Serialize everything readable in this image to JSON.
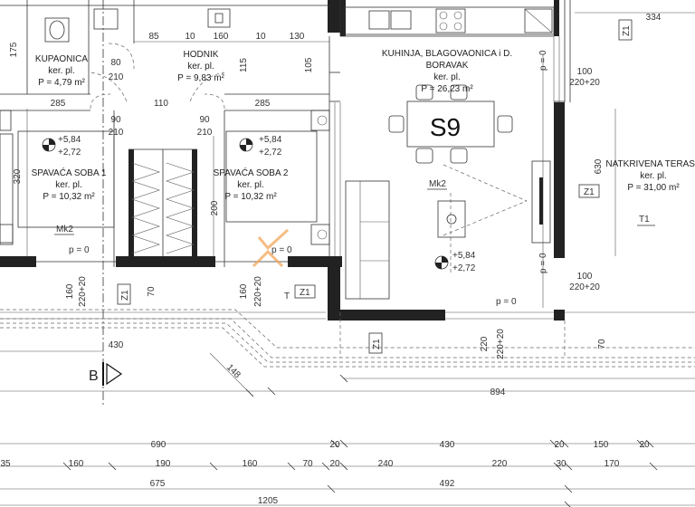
{
  "rooms": {
    "kupaonica": {
      "name": "KUPAONICA",
      "floor": "ker. pl.",
      "area": "P = 4,79 m²"
    },
    "hodnik": {
      "name": "HODNIK",
      "floor": "ker. pl.",
      "area": "P = 9,83 m²"
    },
    "kuhinja": {
      "name1": "KUHINJA, BLAGOVAONICA i D.",
      "name2": "BORAVAK",
      "floor": "ker. pl.",
      "area": "P = 26,23 m²"
    },
    "soba1": {
      "name": "SPAVAĆA SOBA 1",
      "floor": "ker. pl.",
      "area": "P = 10,32 m²"
    },
    "soba2": {
      "name": "SPAVAĆA SOBA 2",
      "floor": "ker. pl.",
      "area": "P = 10,32 m²"
    },
    "terasa": {
      "name": "NATKRIVENA TERASA",
      "floor": "ker. pl.",
      "area": "P = 31,00 m²"
    }
  },
  "unit_label": "S9",
  "level_marks": {
    "s1": {
      "top": "+5,84",
      "bottom": "+2,72"
    },
    "s2": {
      "top": "+5,84",
      "bottom": "+2,72"
    },
    "liv": {
      "top": "+5,84",
      "bottom": "+2,72"
    }
  },
  "tags": {
    "mk2a": "Mk2",
    "mk2b": "Mk2",
    "z1": "Z1",
    "t1": "T1",
    "t": "T"
  },
  "section_mark": "B",
  "dims": {
    "top": [
      "85",
      "160",
      "10",
      "10",
      "130",
      "334"
    ],
    "upper": [
      "175",
      "115",
      "105",
      "285",
      "110",
      "285",
      "80",
      "210",
      "90",
      "210",
      "90",
      "210",
      "320",
      "200",
      "630"
    ],
    "lower": [
      "160",
      "220+20",
      "70",
      "160",
      "220+20",
      "430",
      "148",
      "220",
      "220+20",
      "70",
      "894",
      "100",
      "220+20"
    ],
    "sill": "p = 0",
    "chain1": [
      "690",
      "20",
      "430",
      "20",
      "150",
      "20"
    ],
    "chain2": [
      "35",
      "160",
      "190",
      "160",
      "70",
      "20",
      "240",
      "220",
      "30",
      "170"
    ],
    "chain3": [
      "675",
      "492"
    ],
    "chain4": [
      "1205"
    ]
  }
}
